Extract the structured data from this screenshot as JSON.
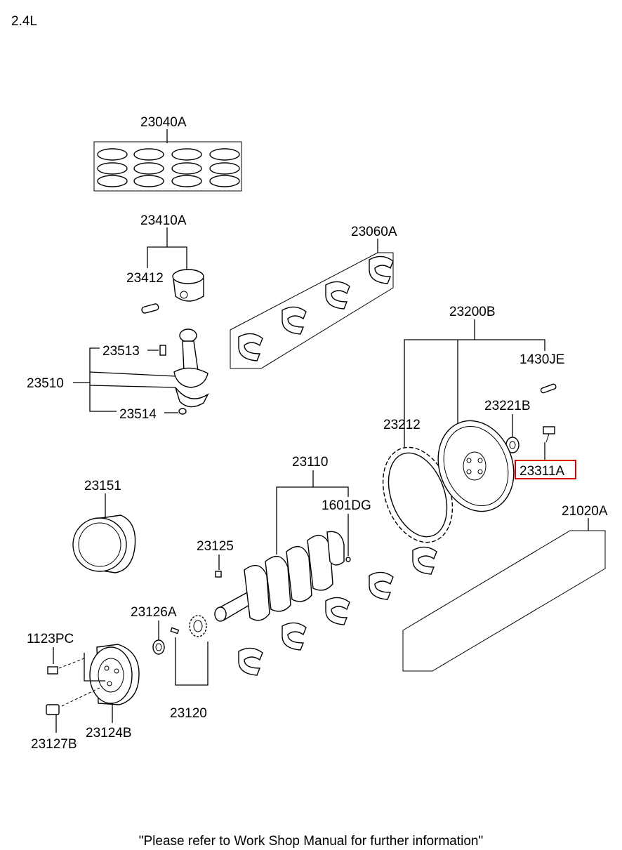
{
  "header": {
    "engine_label": "2.4L"
  },
  "footer": {
    "note": "\"Please refer to Work Shop Manual for further information\""
  },
  "highlight_color": "#d40000",
  "callouts": {
    "p23040A": "23040A",
    "p23410A": "23410A",
    "p23412": "23412",
    "p23060A": "23060A",
    "p23513": "23513",
    "p23510": "23510",
    "p23514": "23514",
    "p23200B": "23200B",
    "p1430JE": "1430JE",
    "p23221B": "23221B",
    "p23212": "23212",
    "p23311A": "23311A",
    "p23110": "23110",
    "p23151": "23151",
    "p1601DG": "1601DG",
    "p21020A": "21020A",
    "p23125": "23125",
    "p23126A": "23126A",
    "p1123PC": "1123PC",
    "p23120": "23120",
    "p23124B": "23124B",
    "p23127B": "23127B"
  }
}
